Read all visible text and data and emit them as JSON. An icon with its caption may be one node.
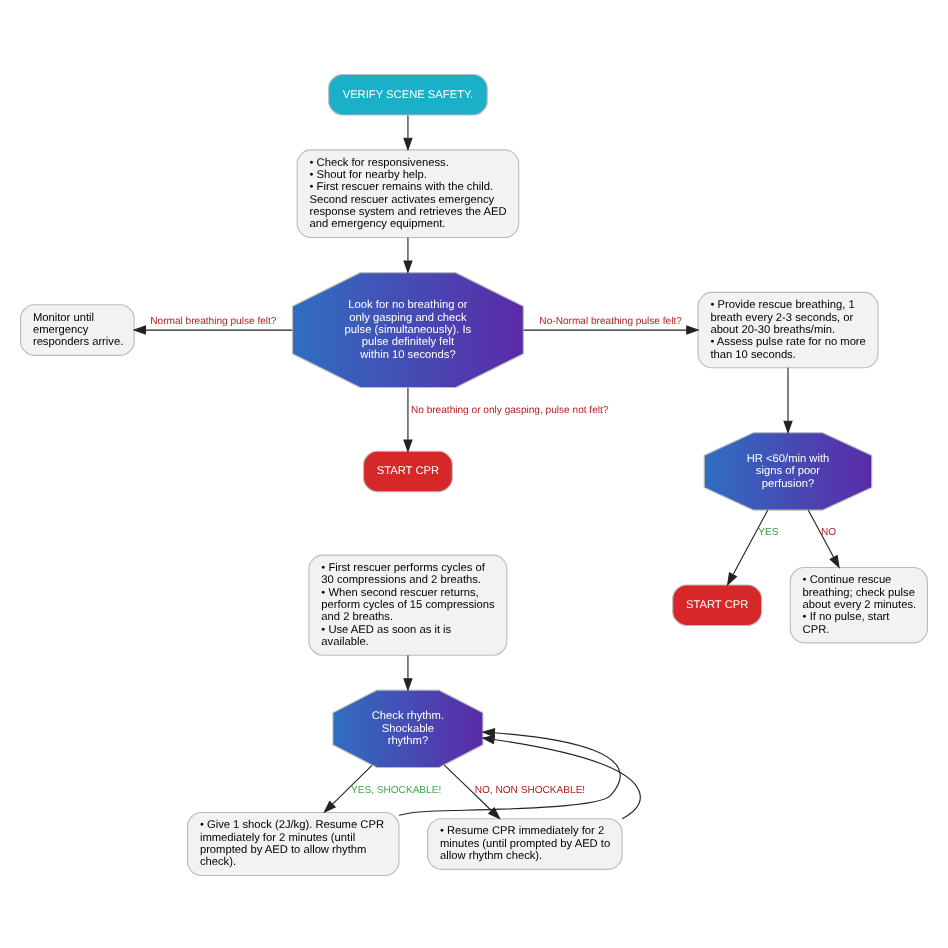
{
  "diagram": {
    "nodes": [
      {
        "text": [
          "VERIFY SCENE SAFETY."
        ]
      },
      {
        "text": [
          "• Check for responsiveness.",
          "• Shout for nearby help.",
          "• First rescuer remains with the child. Second rescuer activates emergency response system and retrieves the AED and emergency equipment."
        ]
      },
      {
        "text": [
          "Look for no breathing or only gasping and check pulse (simultaneously). Is pulse definitely felt within 10 seconds?"
        ]
      },
      {
        "text": [
          "Monitor until emergency responders arrive."
        ]
      },
      {
        "text": [
          "• Provide rescue breathing, 1 breath every 2-3 seconds, or about 20-30 breaths/min.",
          "• Assess pulse rate for no more than 10 seconds."
        ]
      },
      {
        "text": [
          "START CPR"
        ]
      },
      {
        "text": [
          "HR <60/min with signs of poor perfusion?"
        ]
      },
      {
        "text": [
          "START CPR"
        ]
      },
      {
        "text": [
          "• Continue rescue breathing; check pulse about every 2 minutes.",
          "• If no pulse, start CPR."
        ]
      },
      {
        "text": [
          "• First rescuer performs cycles of 30 compressions and 2 breaths.",
          "• When second rescuer returns, perform cycles of 15 compressions and 2 breaths.",
          "• Use AED as soon as it is available."
        ]
      },
      {
        "text": [
          "Check rhythm. Shockable rhythm?"
        ]
      },
      {
        "text": [
          "• Give 1 shock (2J/kg). Resume CPR immediately for 2 minutes (until prompted by AED to allow rhythm check)."
        ]
      },
      {
        "text": [
          "• Resume CPR immediately for 2 minutes (until prompted by AED to allow rhythm check)."
        ]
      }
    ],
    "edges": [
      {
        "from": 0,
        "to": 1,
        "arrow": "to"
      },
      {
        "from": 1,
        "to": 2,
        "arrow": "to"
      },
      {
        "from": 2,
        "to": 3,
        "arrow": "to",
        "label": "Normal breathing pulse felt?"
      },
      {
        "from": 2,
        "to": 4,
        "arrow": "to",
        "label": "No-Normal breathing pulse felt?"
      },
      {
        "from": 2,
        "to": 5,
        "arrow": "to",
        "label": "No breathing or only gasping, pulse not felt?"
      },
      {
        "from": 4,
        "to": 6,
        "arrow": "to"
      },
      {
        "from": 6,
        "to": 7,
        "arrow": "to",
        "label": "YES"
      },
      {
        "from": 6,
        "to": 8,
        "arrow": "to",
        "label": "NO"
      },
      {
        "from": 9,
        "to": 10,
        "arrow": "to"
      },
      {
        "from": 10,
        "to": 11,
        "arrow": "to",
        "label": "YES, SHOCKABLE!"
      },
      {
        "from": 10,
        "to": 12,
        "arrow": "to",
        "label": "NO, NON SHOCKABLE!"
      },
      {
        "from": 11,
        "to": 10,
        "arrow": "to"
      },
      {
        "from": 12,
        "to": 10,
        "arrow": "to"
      }
    ]
  }
}
